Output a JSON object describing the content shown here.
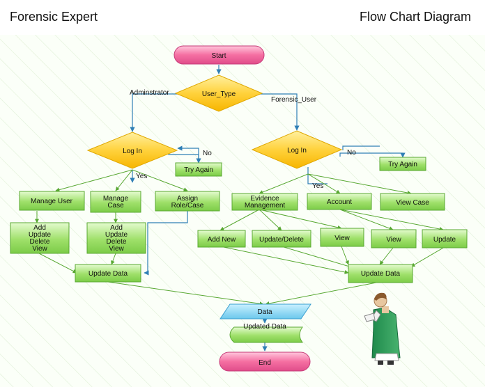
{
  "header": {
    "left_title": "Forensic Expert",
    "right_title": "Flow Chart Diagram"
  },
  "nodes": {
    "start": "Start",
    "user_type": "User_Type",
    "admin_login": "Log In",
    "admin_try_again": "Try Again",
    "forensic_login": "Log In",
    "forensic_try_again": "Try Again",
    "manage_user": "Manage User",
    "manage_case": [
      "Manage",
      "Case"
    ],
    "assign_role": [
      "Assign",
      "Role/Case"
    ],
    "manage_user_ops": [
      "Add",
      "Update",
      "Delete",
      "View"
    ],
    "manage_case_ops": [
      "Add",
      "Update",
      "Delete",
      "View"
    ],
    "admin_update_data": "Update Data",
    "evidence_mgmt": [
      "Evidence",
      "Management"
    ],
    "account": "Account",
    "view_case": "View Case",
    "add_new": "Add New",
    "update_delete": "Update/Delete",
    "view_1": "View",
    "view_2": "View",
    "update": "Update",
    "forensic_update_data": "Update Data",
    "data": "Data",
    "updated_data": "Updated Data",
    "end": "End"
  },
  "edge_labels": {
    "adminstrator": "Adminstrator",
    "forensic_user": "Forensic_User",
    "admin_no": "No",
    "admin_yes": "Yes",
    "forensic_no": "No",
    "forensic_yes": "Yes"
  },
  "colors": {
    "pink": "#f06a9e",
    "diamond": "#ffd23c",
    "green": "#8ed85a",
    "cyan": "#8fd8f0",
    "blue_line": "#2f7fb5",
    "green_line": "#58a832"
  }
}
